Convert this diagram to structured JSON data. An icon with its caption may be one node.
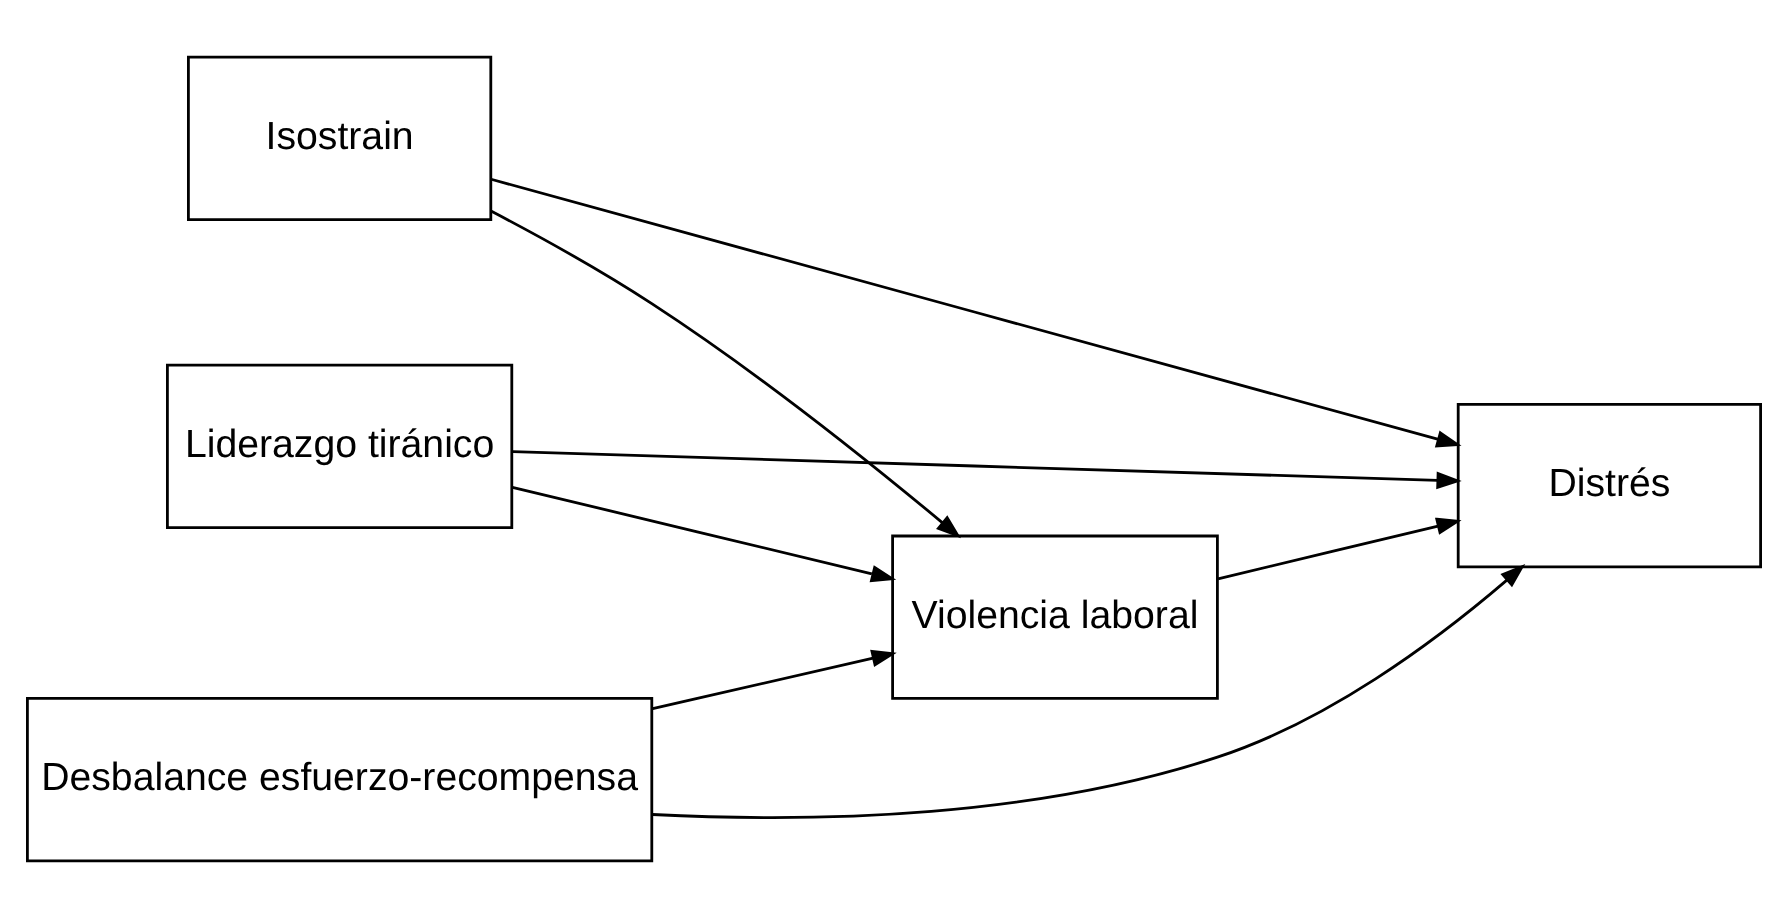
{
  "diagram": {
    "nodes": [
      {
        "text": [
          "Isostrain"
        ]
      },
      {
        "text": [
          "Liderazgo tiránico"
        ]
      },
      {
        "text": [
          "Desbalance esfuerzo-recompensa"
        ]
      },
      {
        "text": [
          "Violencia laboral"
        ]
      },
      {
        "text": [
          "Distrés"
        ]
      }
    ],
    "edges": [
      {
        "from": 0,
        "to": 3,
        "arrow": "to"
      },
      {
        "from": 1,
        "to": 3,
        "arrow": "to"
      },
      {
        "from": 2,
        "to": 3,
        "arrow": "to"
      },
      {
        "from": 3,
        "to": 4,
        "arrow": "to"
      },
      {
        "from": 1,
        "to": 4,
        "arrow": "to"
      },
      {
        "from": 0,
        "to": 4,
        "arrow": "to"
      },
      {
        "from": 2,
        "to": 4,
        "arrow": "to"
      }
    ]
  }
}
